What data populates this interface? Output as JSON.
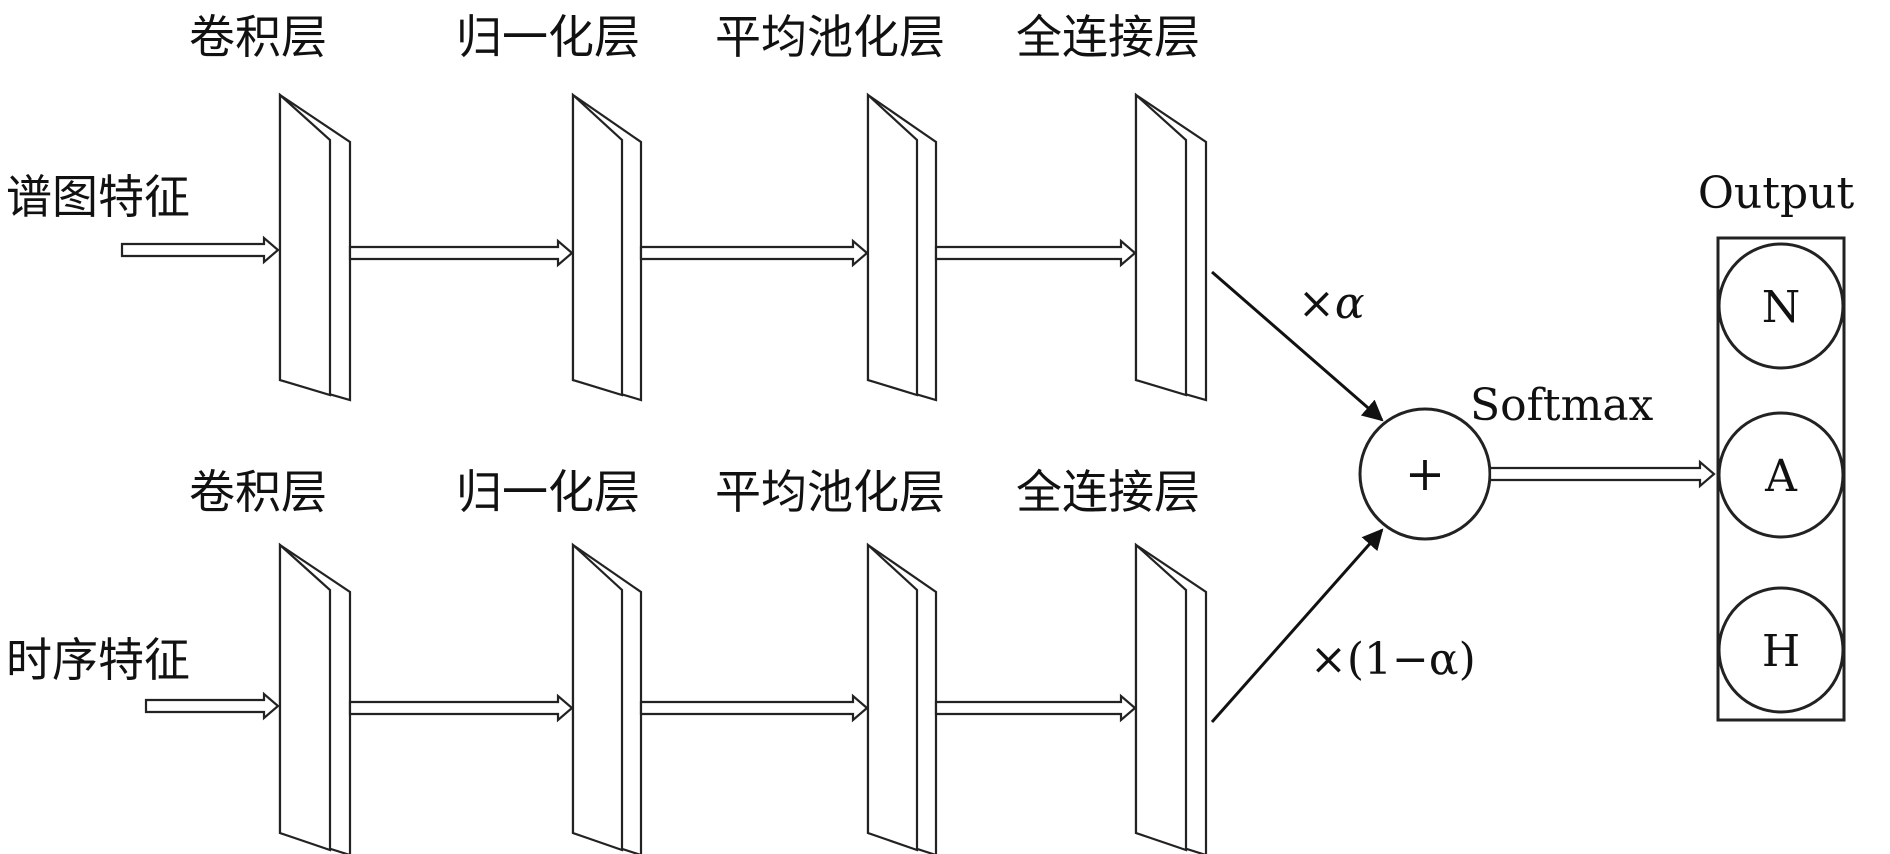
{
  "branches": [
    {
      "input_label": "谱图特征",
      "layers": [
        "卷积层",
        "归一化层",
        "平均池化层",
        "全连接层"
      ],
      "weight_label": "×α"
    },
    {
      "input_label": "时序特征",
      "layers": [
        "卷积层",
        "归一化层",
        "平均池化层",
        "全连接层"
      ],
      "weight_label": "×(1−α)"
    }
  ],
  "fusion": {
    "symbol": "+",
    "activation_label": "Softmax"
  },
  "output": {
    "title": "Output",
    "nodes": [
      "N",
      "A",
      "H"
    ]
  },
  "colors": {
    "stroke": "#222222",
    "fill": "#ffffff",
    "text": "#111111"
  }
}
